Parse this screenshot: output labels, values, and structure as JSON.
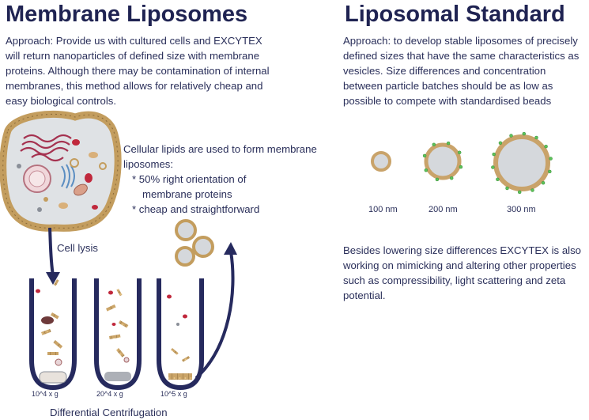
{
  "left": {
    "title": "Membrane Liposomes",
    "approach": "Approach: Provide us with cultured cells and EXCYTEX will return nanoparticles of defined size with membrane proteins. Although there may be contamination of internal membranes, this method allows for relatively cheap and easy biological controls.",
    "cell_text": {
      "intro": "Cellular lipids are used to form membrane liposomes:",
      "bullet1": "* 50% right orientation of",
      "bullet1b": "membrane proteins",
      "bullet2": "* cheap and straightforward"
    },
    "cell_lysis": "Cell lysis",
    "tube_labels": [
      "10^4 x g",
      "20^4 x g",
      "10^5 x g"
    ],
    "diff_centrifugation": "Differential Centrifugation"
  },
  "right": {
    "title": "Liposomal  Standard",
    "approach": "Approach: to develop stable liposomes of precisely defined sizes that have the same characteristics as vesicles. Size differences and concentration between particle batches should be as low as possible to compete with standardised beads",
    "sizes": [
      "100 nm",
      "200 nm",
      "300 nm"
    ],
    "besides": "Besides lowering size differences EXCYTEX is also working on mimicking and altering other properties such as compressibility, light scattering and zeta potential."
  },
  "colors": {
    "title": "#1f2352",
    "text": "#2a2f5a",
    "tube": "#262a5e",
    "membrane": "#c9a36a",
    "lumen": "#d5d8dc",
    "protein": "#5cc35a",
    "organelle_red": "#b3263a"
  }
}
